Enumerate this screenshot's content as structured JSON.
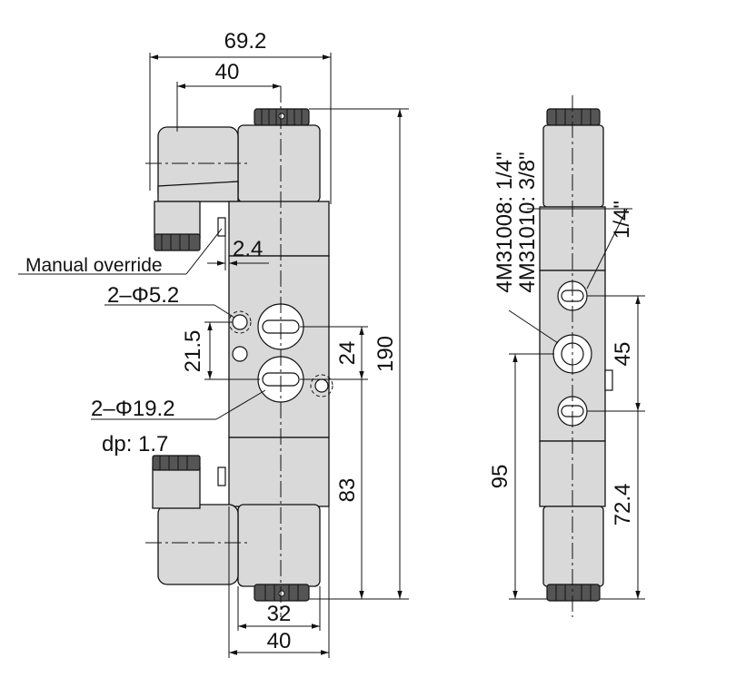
{
  "dimensions": {
    "overall_width": "69.2",
    "body_width_top": "40",
    "override_offset": "2.4",
    "hole_spacing": "21.5",
    "port_spacing": "24",
    "overall_height": "190",
    "lower_height": "83",
    "bottom_width_inner": "32",
    "bottom_width_outer": "40",
    "side_port_spacing": "45",
    "side_lower_height": "95",
    "side_port_height": "72.4"
  },
  "labels": {
    "manual_override": "Manual override",
    "small_holes": "2–Φ5.2",
    "large_holes": "2–Φ19.2",
    "depth": "dp: 1.7",
    "model_1008": "4M31008: 1/4\"",
    "model_1010": "4M31010: 3/8\"",
    "side_thread": "1/4\""
  }
}
